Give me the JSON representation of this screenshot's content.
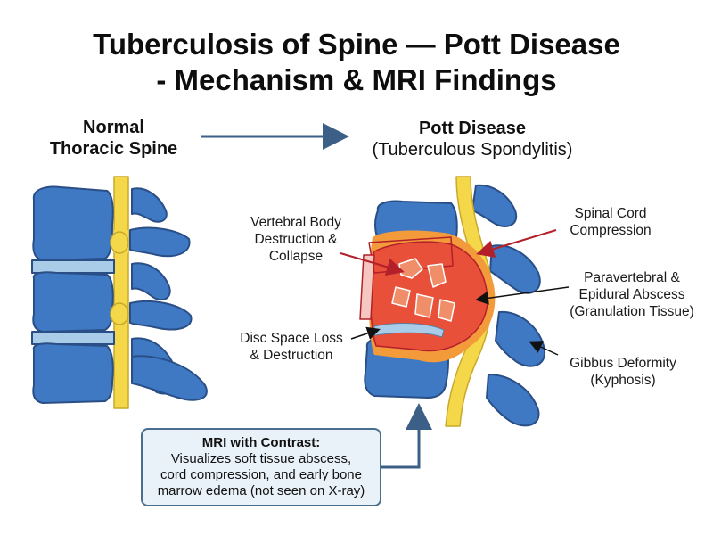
{
  "title": {
    "line1": "Tuberculosis of Spine — Pott Disease",
    "line2": "- Mechanism & MRI Findings"
  },
  "headings": {
    "normal_line1": "Normal",
    "normal_line2": "Thoracic Spine",
    "pott_line1": "Pott Disease",
    "pott_line2": "(Tuberculous Spondylitis)"
  },
  "labels": {
    "vertebral_body": [
      "Vertebral Body",
      "Destruction &",
      "Collapse"
    ],
    "disc_space": [
      "Disc Space Loss",
      "& Destruction"
    ],
    "spinal_cord": [
      "Spinal Cord",
      "Compression"
    ],
    "abscess": [
      "Paravertebral &",
      "Epidural Abscess",
      "(Granulation Tissue)"
    ],
    "gibbus": [
      "Gibbus Deformity",
      "(Kyphosis)"
    ]
  },
  "mri": {
    "title": "MRI with Contrast:",
    "lines": [
      "Visualizes soft tissue abscess,",
      "cord compression, and early bone",
      "marrow edema (not seen on X-ray)"
    ]
  },
  "colors": {
    "bone": "#3f79c4",
    "bone_outline": "#2a4f86",
    "cord": "#f5d84a",
    "disc": "#a9cde9",
    "abscess": "#e8503a",
    "abscess_halo": "#f39a3a",
    "arrow_blue": "#3b5f86",
    "arrow_red": "#b3202a"
  }
}
